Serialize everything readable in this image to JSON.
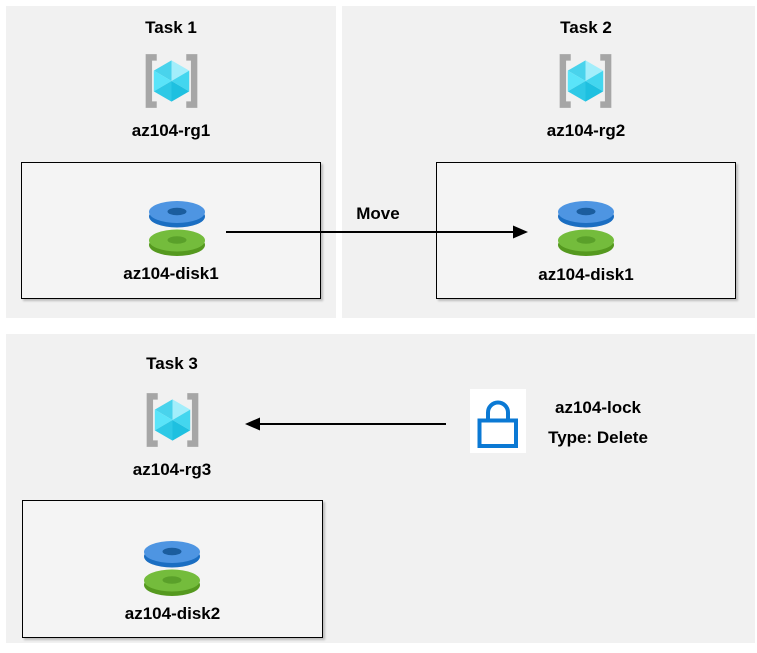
{
  "canvas": {
    "background": "#ffffff",
    "panel_background": "#f1f1f1",
    "box_background": "#f4f4f4",
    "box_border_color": "#000000",
    "text_color": "#000000"
  },
  "tasks": [
    {
      "title": "Task 1",
      "resource_group_label": "az104-rg1",
      "disk_label": "az104-disk1"
    },
    {
      "title": "Task 2",
      "resource_group_label": "az104-rg2",
      "disk_label": "az104-disk1"
    },
    {
      "title": "Task 3",
      "resource_group_label": "az104-rg3",
      "disk_label": "az104-disk2"
    }
  ],
  "arrows": {
    "move_label": "Move",
    "color": "#000000"
  },
  "lock": {
    "name_label": "az104-lock",
    "type_label": "Type: Delete"
  },
  "icon_colors": {
    "resource_group_bracket": "#a6a6a6",
    "cube_top_left": "#49d3ec",
    "cube_top_right": "#a3eefb",
    "cube_left": "#5ae4f9",
    "cube_bottom_left": "#2ec9e6",
    "cube_bottom_right": "#1ec0e0",
    "cube_right": "#43d6ef",
    "disk_blue_top": "#4e95e2",
    "disk_blue_side": "#1b6ec2",
    "disk_blue_hole": "#1b5d9e",
    "disk_green_top": "#74bc3c",
    "disk_green_side": "#55991f",
    "disk_green_hole": "#5aa02a",
    "lock_blue": "#0b79d4"
  },
  "icons": {
    "resource_group": "azure-resource-group (brackets + cyan cube)",
    "disk": "azure-managed-disk (stacked blue/green donuts)",
    "lock": "padlock-outline",
    "move_arrow": "arrow-right",
    "lock_arrow": "arrow-left"
  }
}
